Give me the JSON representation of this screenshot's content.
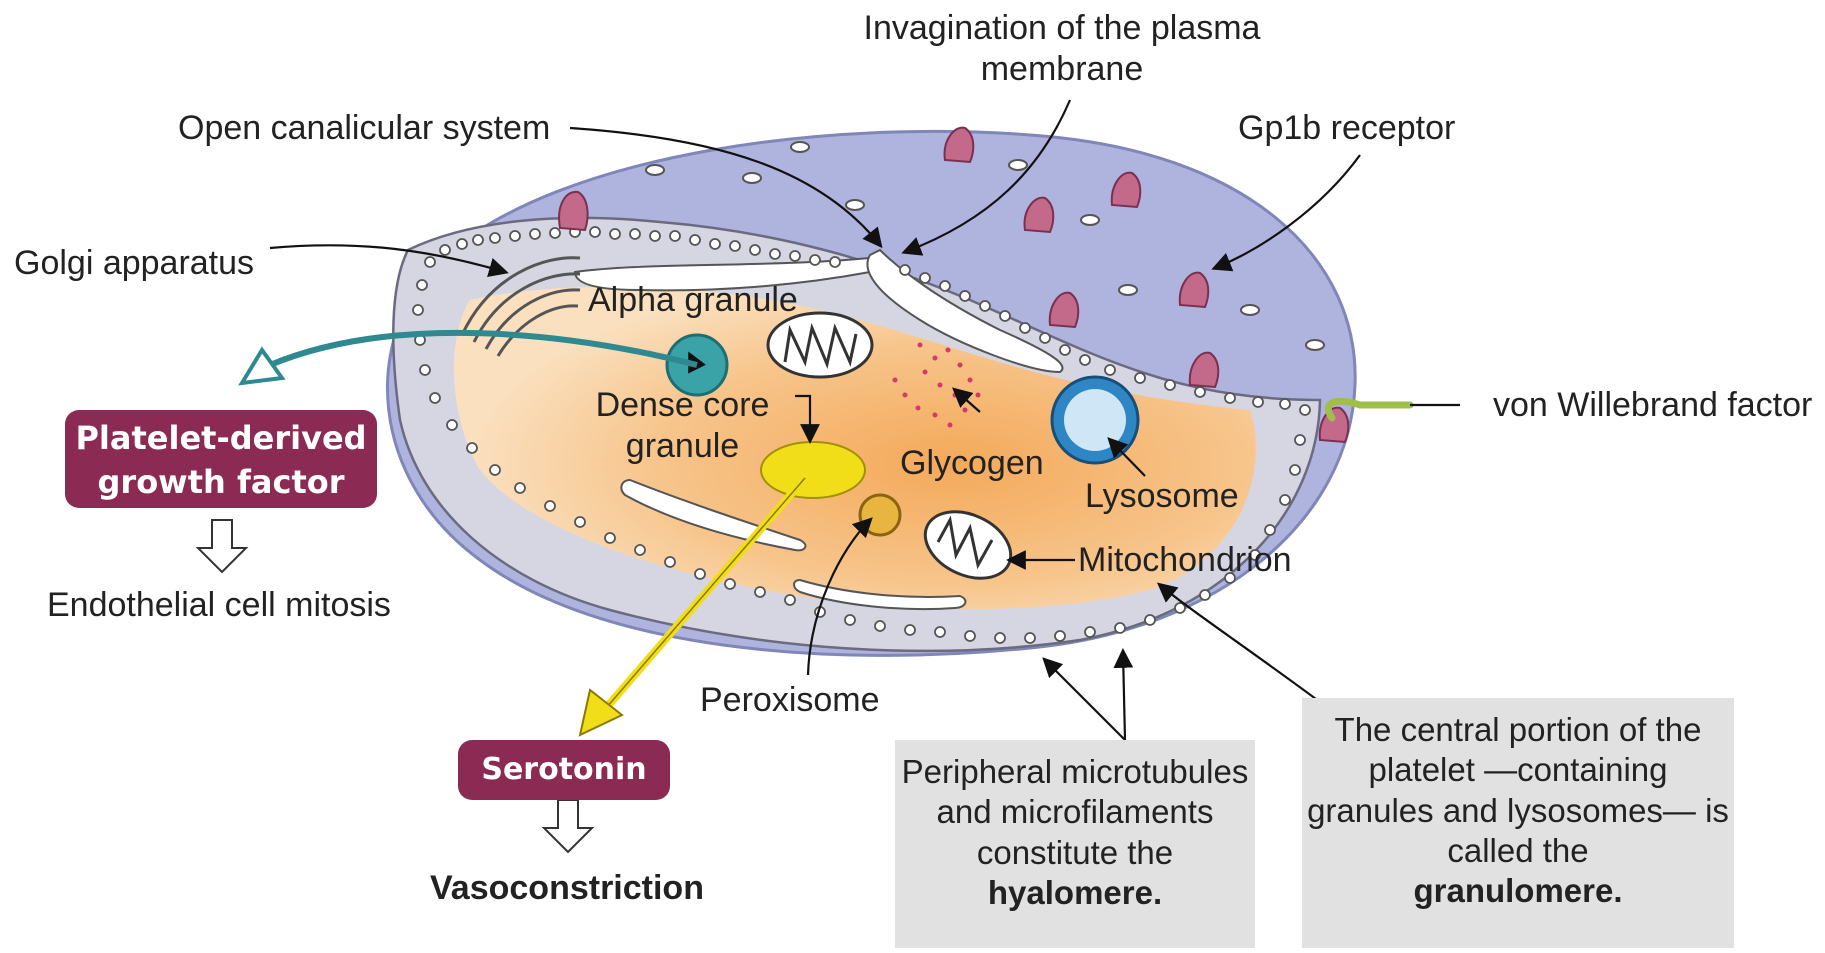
{
  "labels": {
    "invagination": "Invagination of the plasma membrane",
    "open_canalicular": "Open canalicular system",
    "gp1b": "Gp1b receptor",
    "golgi": "Golgi apparatus",
    "alpha_granule": "Alpha granule",
    "dense_core": "Dense core granule",
    "glycogen": "Glycogen",
    "lysosome": "Lysosome",
    "mitochondrion": "Mitochondrion",
    "peroxisome": "Peroxisome",
    "vwf": "von Willebrand factor",
    "endothelial": "Endothelial cell mitosis",
    "vasoconstriction": "Vasoconstriction"
  },
  "tags": {
    "pdgf": "Platelet-derived growth factor",
    "serotonin": "Serotonin"
  },
  "boxes": {
    "hyalomere_text": "Peripheral microtubules and microfilaments constitute the",
    "hyalomere_term": "hyalomere.",
    "granulomere_text": "The central portion of the platelet —containing granules and lysosomes— is called the",
    "granulomere_term": "granulomere."
  },
  "colors": {
    "membrane": "#aeb4de",
    "hyalomere": "#d6d6e2",
    "granulomere": "#f5b262",
    "tag": "#8b2a52",
    "receptor": "#c36a8a",
    "alpha_granule": "#3aa3a8",
    "dense_core": "#f2de18",
    "lysosome": "#2f86c4",
    "vwf": "#9fbf4a"
  }
}
